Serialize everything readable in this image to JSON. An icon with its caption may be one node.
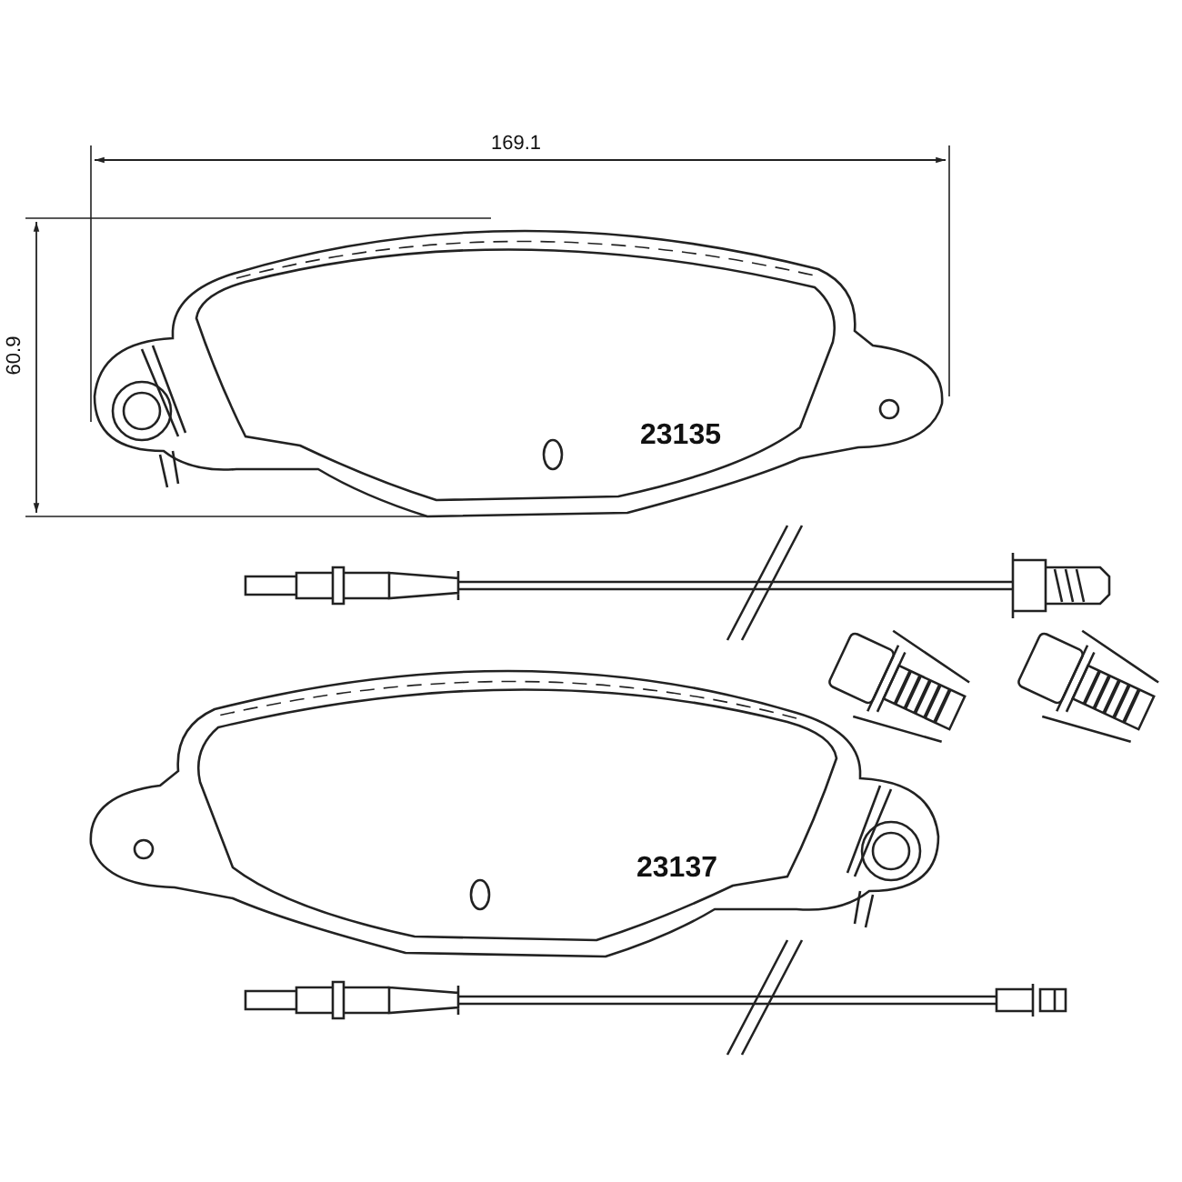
{
  "diagram": {
    "labels": [
      "169.1",
      "60.9",
      "23135",
      "23137"
    ]
  }
}
